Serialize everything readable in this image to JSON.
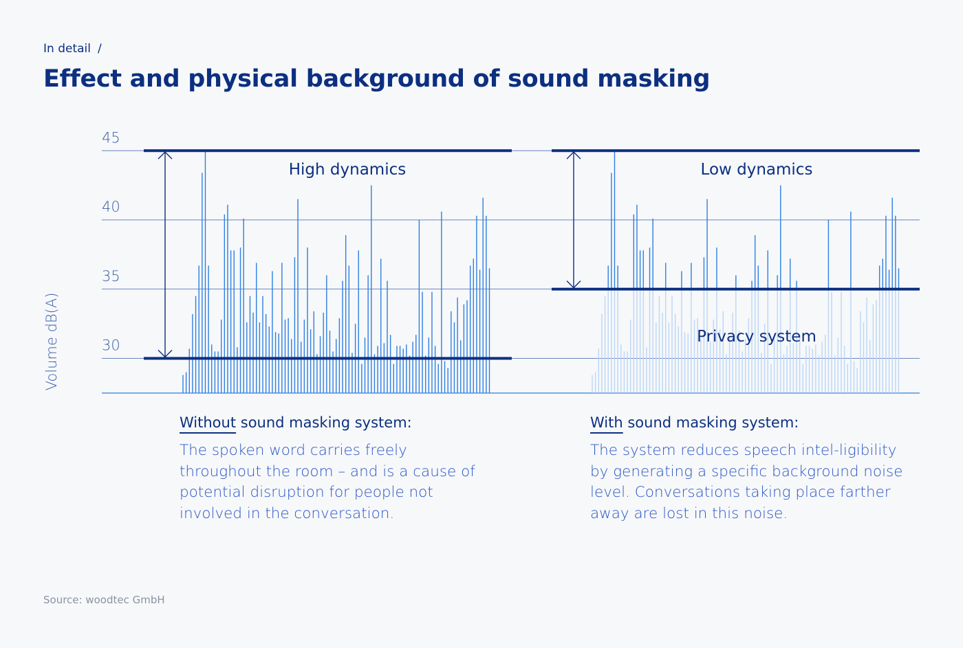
{
  "breadcrumb": {
    "label": "In detail",
    "separator": "/"
  },
  "title": "Effect and physical background of sound masking",
  "chart_data": {
    "type": "bar",
    "ylabel": "Volume dB(A)",
    "ylim": [
      27.5,
      45
    ],
    "yticks": [
      30,
      35,
      40,
      45
    ],
    "grid": true,
    "colors": {
      "navy": "#0c2f80",
      "bar": "#2d7fe0",
      "grid": "#3a5faa",
      "ghost": "#bcd6f6"
    },
    "panels": [
      {
        "name": "without",
        "label": "High dynamics",
        "levels": {
          "low": 30,
          "high": 45
        },
        "values": [
          28.8,
          29.0,
          30.7,
          33.2,
          34.5,
          36.7,
          43.4,
          45,
          36.7,
          31.0,
          30.5,
          30.5,
          32.8,
          40.4,
          41.1,
          37.8,
          37.8,
          30.8,
          38.0,
          40.1,
          32.6,
          34.5,
          33.3,
          36.9,
          32.6,
          34.5,
          33.2,
          32.3,
          36.3,
          31.9,
          31.8,
          36.9,
          32.8,
          32.9,
          31.4,
          37.3,
          41.5,
          31.2,
          32.8,
          38.0,
          32.1,
          33.4,
          30.3,
          31.6,
          33.3,
          36.0,
          32.0,
          30.5,
          31.4,
          32.9,
          35.6,
          38.9,
          36.7,
          30.4,
          32.5,
          37.8,
          29.6,
          31.5,
          36.0,
          42.5,
          30.3,
          30.9,
          37.2,
          31.1,
          35.6,
          31.7,
          29.6,
          30.9,
          30.9,
          30.7,
          31.0,
          30.2,
          31.2,
          31.7,
          40.0,
          34.8,
          30.2,
          31.5,
          34.8,
          30.9,
          29.6,
          40.6,
          29.8,
          29.3,
          33.4,
          32.6,
          34.4,
          31.3,
          33.9,
          34.2,
          36.7,
          37.2,
          40.3,
          36.4,
          41.6,
          40.3,
          36.5
        ]
      },
      {
        "name": "with",
        "label": "Low dynamics",
        "masking_label": "Privacy system",
        "levels": {
          "low": 35,
          "high": 45
        }
      }
    ]
  },
  "without": {
    "heading_underlined": "Without",
    "heading_rest": " sound masking system:",
    "body": "The spoken word carries freely throughout the room – and is a cause of potential disruption for people not involved in the conversation."
  },
  "with": {
    "heading_underlined": "With",
    "heading_rest": " sound masking system:",
    "body": "The system reduces speech intel-ligibility by generating a specific background noise level. Conversations taking place farther away are lost in this noise."
  },
  "source": "Source: woodtec GmbH"
}
